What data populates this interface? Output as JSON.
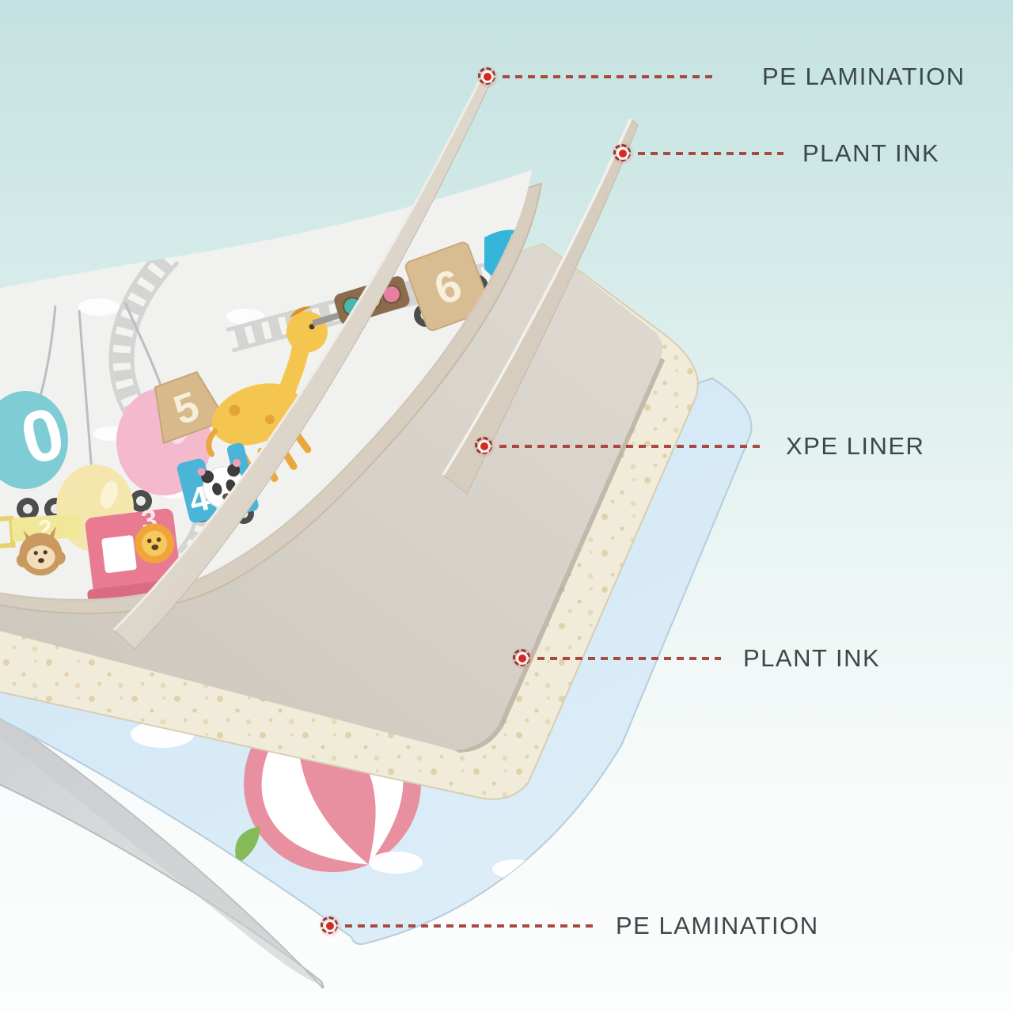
{
  "callouts": [
    {
      "label": "PE LAMINATION"
    },
    {
      "label": "PLANT INK"
    },
    {
      "label": "XPE LINER"
    },
    {
      "label": "PLANT INK"
    },
    {
      "label": "PE LAMINATION"
    }
  ],
  "mat_print": {
    "balloon_number": "0",
    "car_numbers": [
      "2",
      "3",
      "4",
      "5",
      "6"
    ]
  },
  "colors": {
    "accent_red": "#a64a42",
    "label_text": "#3b484b",
    "foam_cream": "#f1ebd9",
    "sheet_blue": "#cfe3f2",
    "sheet_gray": "#d2d4d5"
  }
}
